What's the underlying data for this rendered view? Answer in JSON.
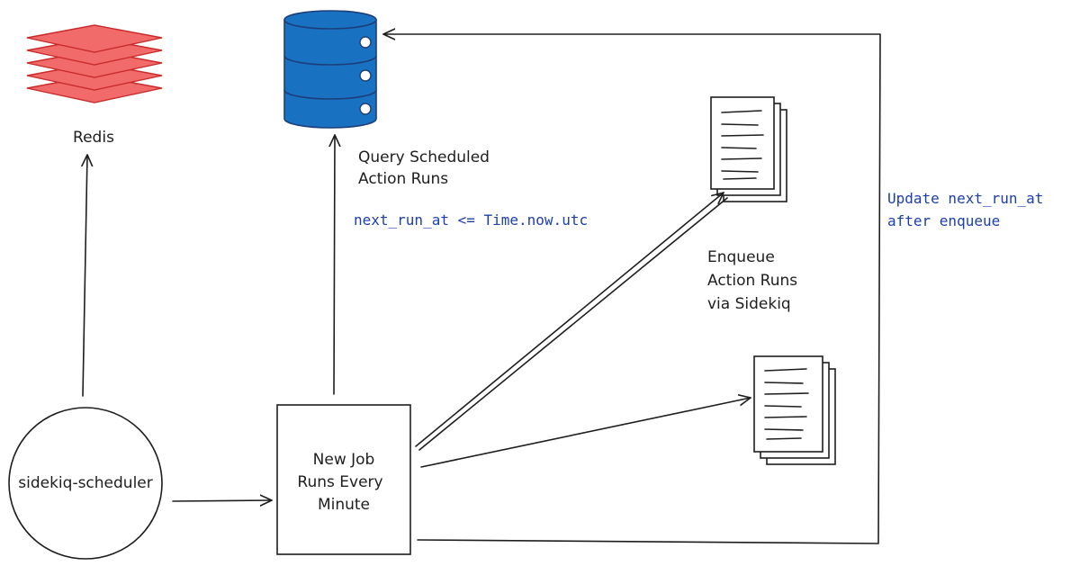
{
  "nodes": {
    "redis": {
      "label": "Redis"
    },
    "scheduler": {
      "label": "sidekiq-scheduler"
    },
    "job": {
      "lines": [
        "New Job",
        "Runs Every",
        "Minute"
      ]
    }
  },
  "labels": {
    "query": [
      "Query Scheduled",
      "Action Runs"
    ],
    "condition": "next_run_at <= Time.now.utc",
    "enqueue": [
      "Enqueue",
      "Action Runs",
      "via Sidekiq"
    ],
    "update": [
      "Update next_run_at",
      "after enqueue"
    ]
  },
  "colors": {
    "redis": "#f26b6b",
    "redis_stroke": "#c92a2a",
    "database": "#1971c2",
    "database_stroke": "#1c3f7a",
    "note": "#1c3fa8",
    "ink": "#1e1e1e"
  },
  "icons": {
    "redis": "stacked-layers-icon",
    "database": "database-cylinder-icon",
    "document": "document-stack-icon"
  }
}
